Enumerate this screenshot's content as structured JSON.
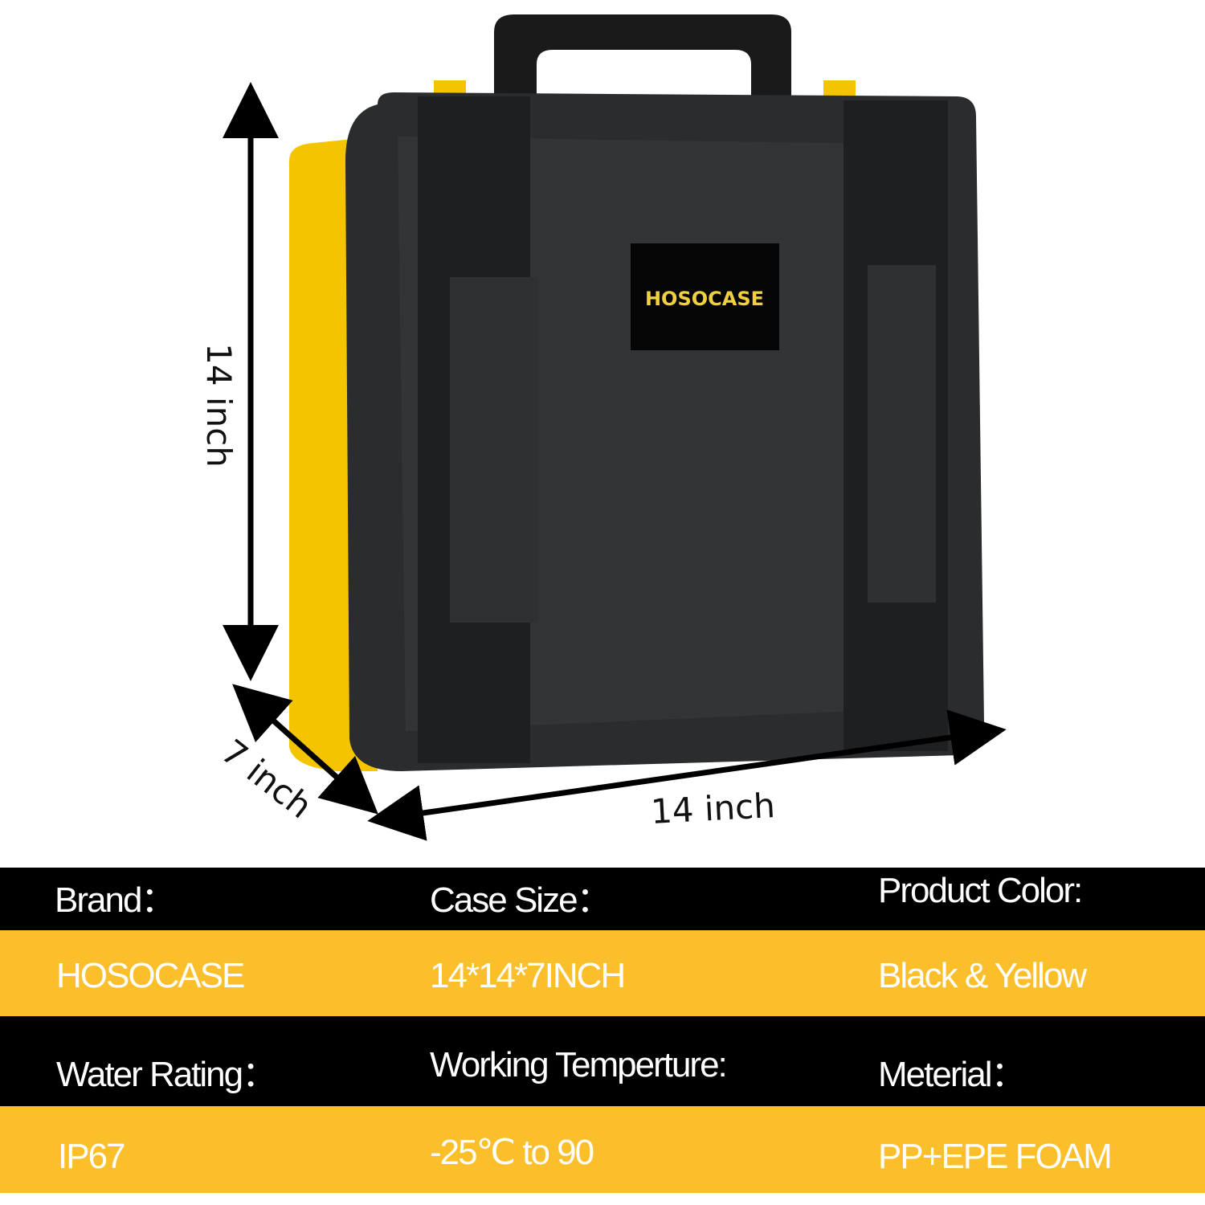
{
  "product": {
    "logo_text": "HOSOCASE",
    "colors": {
      "case_body": "#2b2c2e",
      "case_side": "#f4c400",
      "accent": "#fbbf2c",
      "header_row": "#000000"
    }
  },
  "dimensions": {
    "height_label": "14 inch",
    "width_label": "14 inch",
    "depth_label": "7 inch"
  },
  "specs": {
    "rows": [
      {
        "cells": [
          "Brand：",
          "Case Size：",
          "Product Color:"
        ]
      },
      {
        "cells": [
          "HOSOCASE",
          "14*14*7INCH",
          "Black & Yellow"
        ]
      },
      {
        "cells": [
          "Water Rating：",
          "Working Temperture:",
          "Meterial："
        ]
      },
      {
        "cells": [
          "IP67",
          "-25℃ to 90",
          "PP+EPE FOAM"
        ]
      }
    ]
  }
}
